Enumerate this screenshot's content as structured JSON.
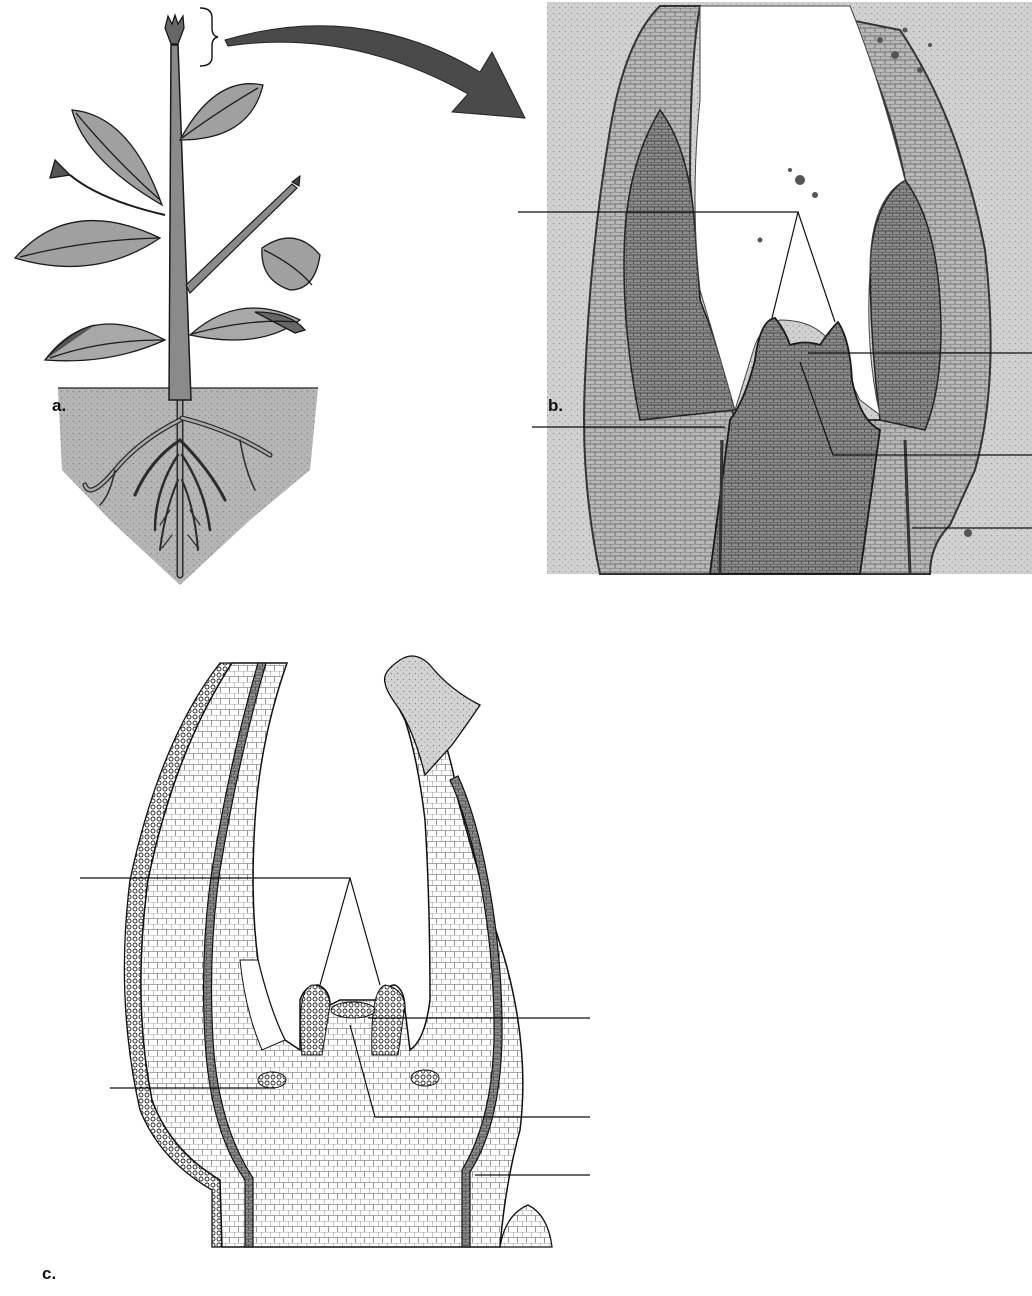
{
  "panels": {
    "a": {
      "label": "a."
    },
    "b": {
      "label": "b."
    },
    "c": {
      "label": "c."
    }
  },
  "colors": {
    "ink": "#1a1a1a",
    "leaf_fill": "#9a9a9a",
    "leaf_dark": "#5a5a5a",
    "soil_fill": "#8c8c8c",
    "micrograph_bg": "#cfcfcf",
    "micrograph_tissue": "#7a7a7a",
    "vascular_band": "#555555",
    "paper": "#ffffff"
  },
  "icons": {
    "arrow": "curved-arrow-icon",
    "bracket": "brace-icon"
  }
}
